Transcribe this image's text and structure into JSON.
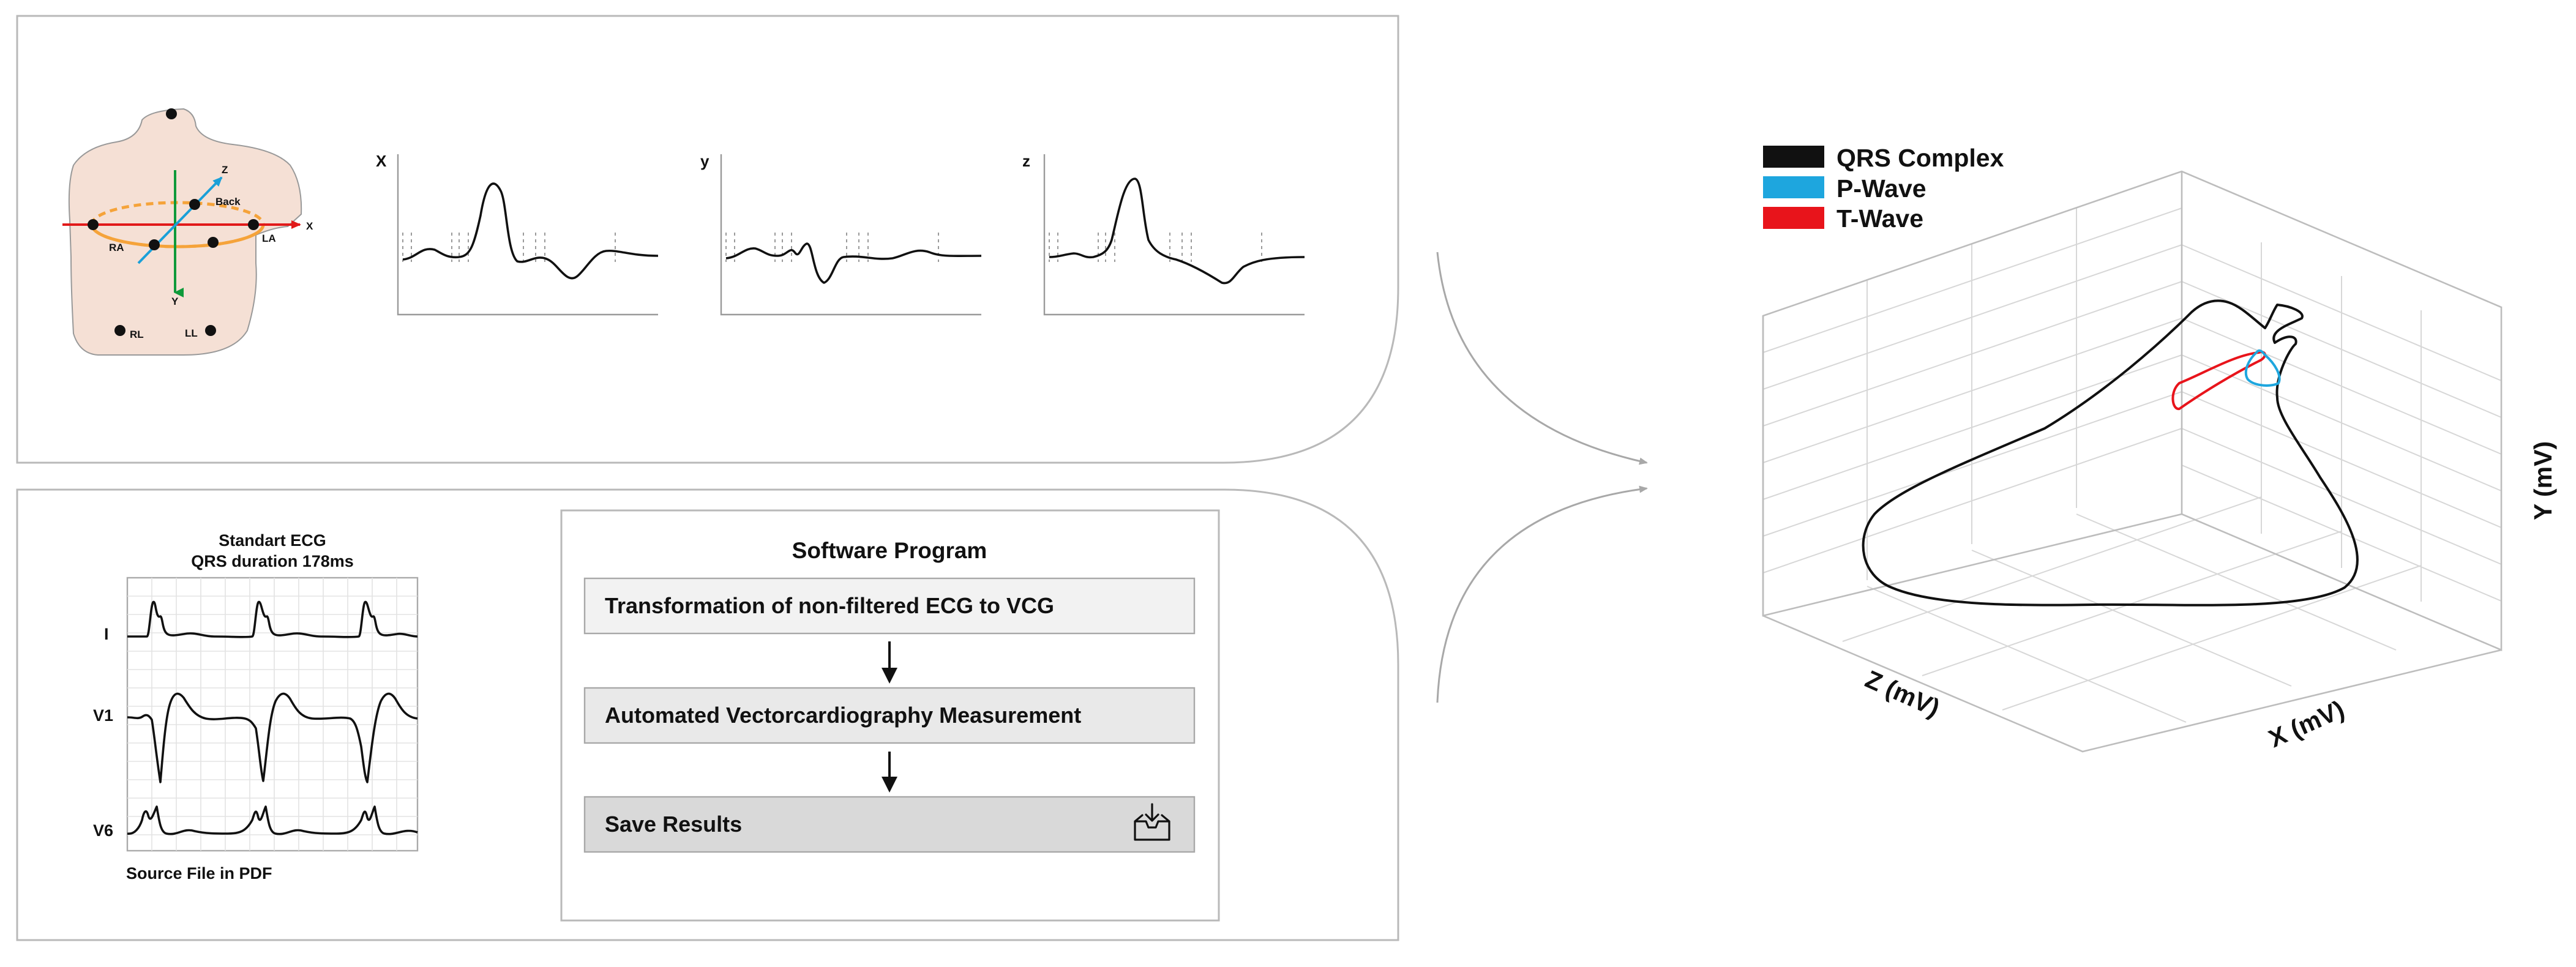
{
  "torso": {
    "axis_x": "X",
    "axis_y": "Y",
    "axis_z": "Z",
    "electrodes": {
      "ra": "RA",
      "la": "LA",
      "rl": "RL",
      "ll": "LL",
      "back": "Back"
    }
  },
  "vcg_leads": [
    {
      "label": "X"
    },
    {
      "label": "y"
    },
    {
      "label": "z"
    }
  ],
  "ecg_panel": {
    "title_line1": "Standart ECG",
    "title_line2": "QRS duration 178ms",
    "leads": [
      "I",
      "V1",
      "V6"
    ],
    "footer": "Source File in PDF"
  },
  "software": {
    "title": "Software Program",
    "steps": [
      {
        "label": "Transformation of non-filtered ECG to VCG"
      },
      {
        "label": "Automated Vectorcardiography Measurement"
      },
      {
        "label": "Save Results",
        "icon": "download-tray-icon"
      }
    ],
    "step_fills": [
      "#f2f2f2",
      "#e9e9e9",
      "#d9d9d9"
    ]
  },
  "plot3d": {
    "legend": [
      {
        "label": "QRS Complex",
        "color": "#111111"
      },
      {
        "label": "P-Wave",
        "color": "#1ea6de"
      },
      {
        "label": "T-Wave",
        "color": "#e8141b"
      }
    ],
    "axis_x": "X (mV)",
    "axis_y": "Y (mV)",
    "axis_z": "Z (mV)"
  }
}
